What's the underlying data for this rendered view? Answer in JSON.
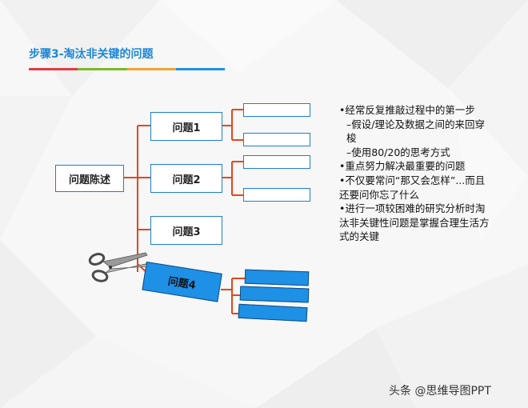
{
  "slide": {
    "title": "步骤3-淘汰非关键的问题",
    "accent_colors": [
      "#e63946",
      "#7ab929",
      "#f2a12e",
      "#1e90e6"
    ]
  },
  "tree": {
    "root": "问题陈述",
    "problems": [
      {
        "label": "问题1",
        "children": 2
      },
      {
        "label": "问题2",
        "children": 2
      },
      {
        "label": "问题3",
        "children": 0
      },
      {
        "label": "问题4",
        "children": 3,
        "highlighted": true
      }
    ],
    "line_color": "#e2481b",
    "box_border": "#1e7fd0",
    "highlight_fill": "#1e90e6"
  },
  "notes": [
    {
      "level": 1,
      "text": "•经常反复推敲过程中的第一步"
    },
    {
      "level": 2,
      "text": "–假设/理论及数据之间的来回穿梭"
    },
    {
      "level": 2,
      "text": "–使用80/20的思考方式"
    },
    {
      "level": 1,
      "text": "•重点努力解决最重要的问题"
    },
    {
      "level": 1,
      "text": "•不仅要常问“那又会怎样”...而且还要问你忘了什么"
    },
    {
      "level": 1,
      "text": "•进行一项较困难的研究分析时淘汰非关键性问题是掌握合理生活方式的关键"
    }
  ],
  "icons": [
    "scissors-icon"
  ],
  "watermark": "头条 @思维导图PPT"
}
